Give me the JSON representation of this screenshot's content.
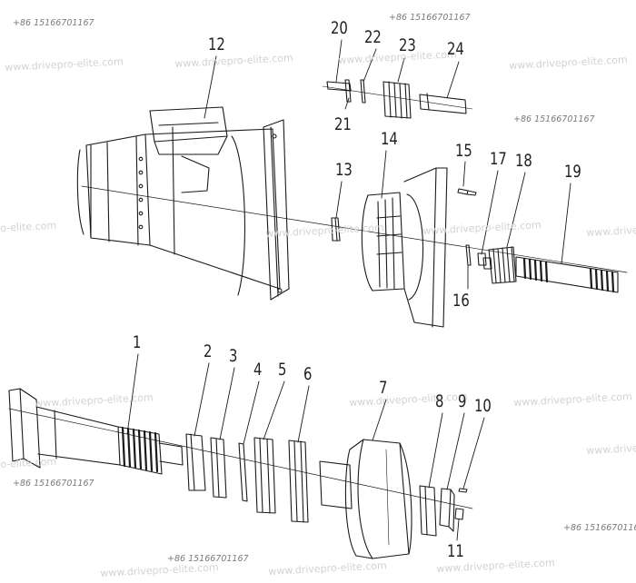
{
  "watermark": {
    "site": "www.drivepro-elite.com",
    "site_partial_left": "o-elite.com",
    "site_partial_right": "www.drivepro-e",
    "phone": "+86 15166701167"
  },
  "callouts": [
    "1",
    "2",
    "3",
    "4",
    "5",
    "6",
    "7",
    "8",
    "9",
    "10",
    "11",
    "12",
    "13",
    "14",
    "15",
    "16",
    "17",
    "18",
    "19",
    "20",
    "21",
    "22",
    "23",
    "24"
  ]
}
